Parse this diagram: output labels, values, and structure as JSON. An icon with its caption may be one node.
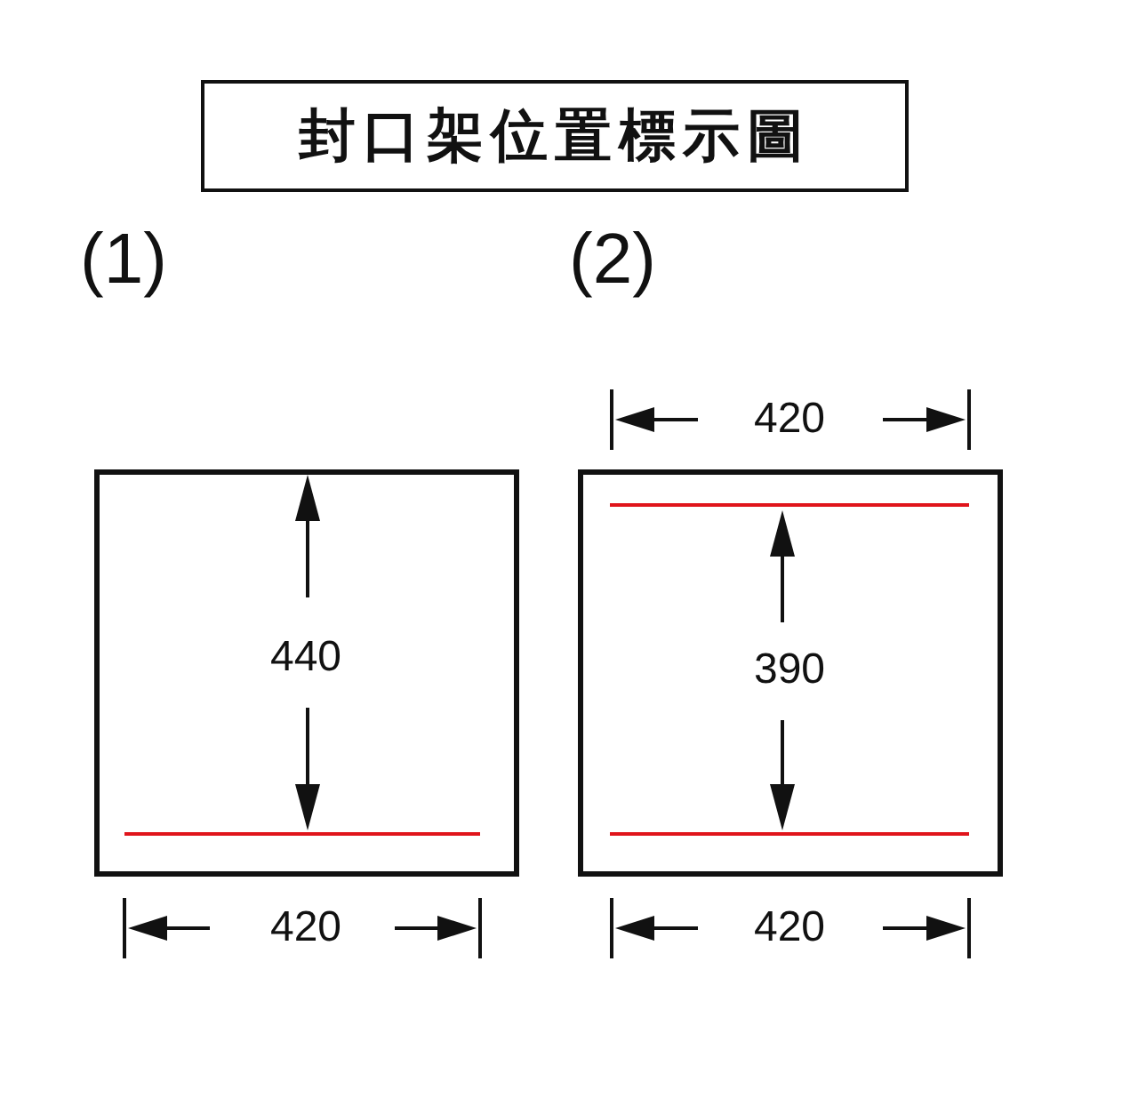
{
  "diagram": {
    "title": "封口架位置標示圖",
    "nodes": [
      {
        "text": [],
        "shape": "box",
        "beside": [
          "(1)"
        ]
      },
      {
        "text": [],
        "shape": "box",
        "beside": [
          "(2)"
        ]
      }
    ],
    "labels": [
      "420",
      "440",
      "390",
      "420",
      "420"
    ]
  }
}
